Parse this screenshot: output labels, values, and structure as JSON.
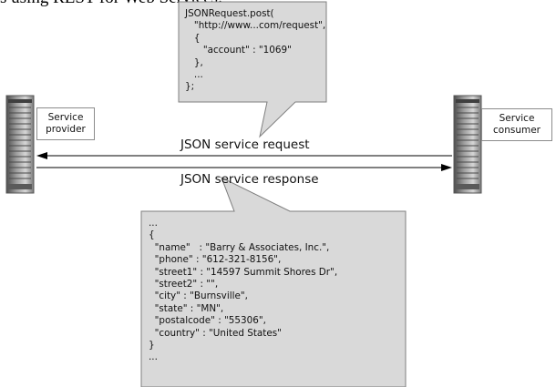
{
  "page": {
    "header_fragment": "s using REST for Web Services:"
  },
  "request_bubble": {
    "lines": [
      "JSONRequest.post(",
      "   \"http://www...com/request\",",
      "   {",
      "      \"account\" : \"1069\"",
      "   },",
      "   ...",
      "};"
    ]
  },
  "response_bubble": {
    "lines": [
      "...",
      "{",
      "  \"name\"   : \"Barry & Associates, Inc.\",",
      "  \"phone\" : \"612-321-8156\",",
      "  \"street1\" : \"14597 Summit Shores Dr\",",
      "  \"street2\" : \"\",",
      "  \"city\" : \"Burnsville\",",
      "  \"state\" : \"MN\",",
      "  \"postalcode\" : \"55306\",",
      "  \"country\" : \"United States\"",
      "}",
      "..."
    ]
  },
  "provider": {
    "label": "Service provider"
  },
  "consumer": {
    "label": "Service consumer"
  },
  "arrows": {
    "request_label": "JSON service request",
    "response_label": "JSON service response"
  },
  "colors": {
    "bubble_fill": "#d9d9d9",
    "bubble_stroke": "#7f7f7f",
    "server_dark": "#6e6e6e",
    "server_light": "#e6e6e6",
    "arrow": "#000000"
  }
}
